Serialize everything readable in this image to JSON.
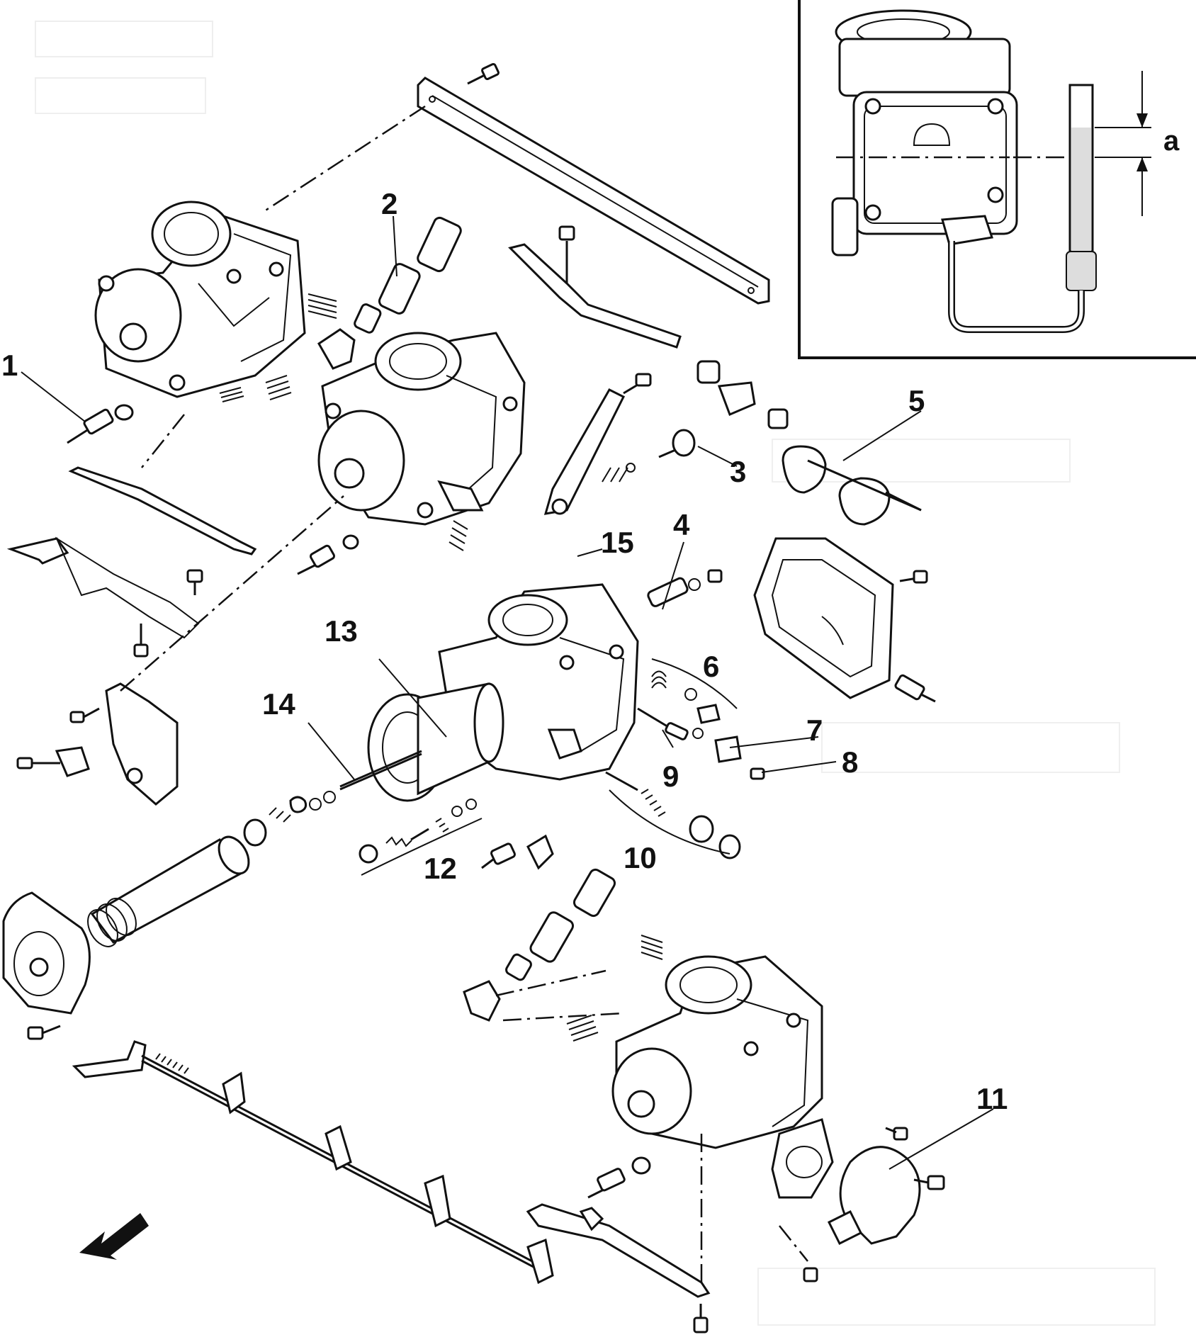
{
  "diagram": {
    "callouts": [
      "1",
      "2",
      "3",
      "4",
      "5",
      "6",
      "7",
      "8",
      "9",
      "10",
      "11",
      "12",
      "13",
      "14",
      "15"
    ],
    "inset_label": "a"
  },
  "colors": {
    "ink": "#111111",
    "paper": "#ffffff"
  },
  "icons": {
    "direction": "front-arrow-icon"
  }
}
